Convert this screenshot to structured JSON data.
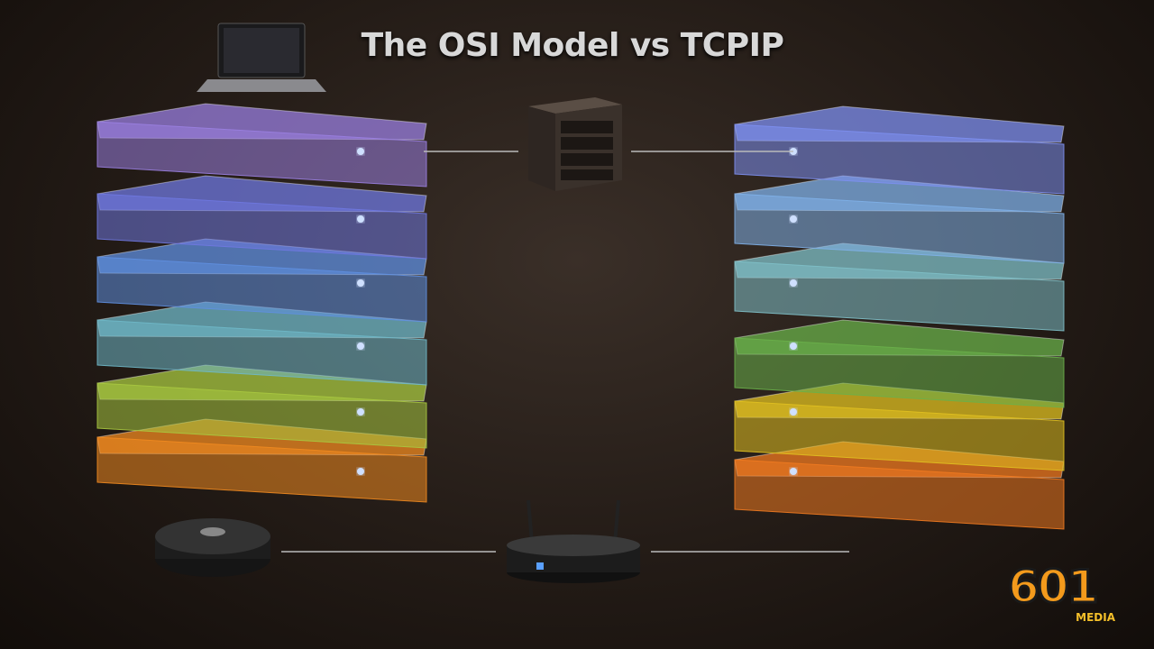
{
  "title": "The OSI Model vs TCPIP",
  "logo": {
    "number": "601",
    "word": "MEDIA"
  },
  "left_stack_colors": [
    "#9a7fe0",
    "#6f78e0",
    "#5f8fe0",
    "#6fb8c8",
    "#a8c840",
    "#f08a20"
  ],
  "right_stack_colors": [
    "#7d8ff0",
    "#7fb0e8",
    "#7fc0c8",
    "#6ab04a",
    "#e0c020",
    "#f07a20"
  ],
  "devices": [
    "laptop-icon",
    "server-icon",
    "robot-vacuum-icon",
    "router-icon"
  ]
}
